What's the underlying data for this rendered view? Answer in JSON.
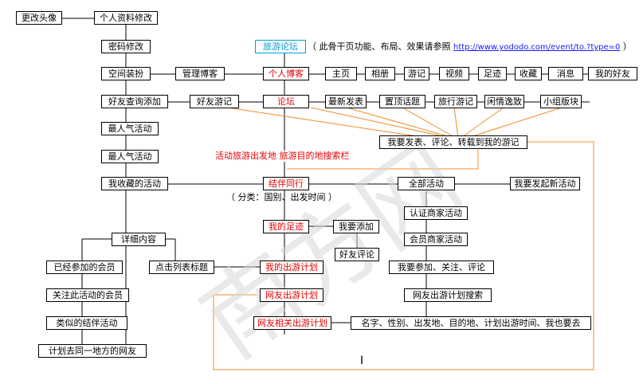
{
  "diagram": {
    "nodes": {
      "avatar": "更改头像",
      "profile": "个人资料修改",
      "password": "密码修改",
      "space": "空间装扮",
      "manage_blog": "管理博客",
      "personal_blog": "个人博客",
      "home": "主页",
      "album": "相册",
      "travelogue": "游记",
      "video": "视频",
      "footprint": "足迹",
      "favorites": "收藏",
      "messages": "消息",
      "my_friends": "我的好友",
      "friend_query": "好友查询添加",
      "friend_travelogue": "好友游记",
      "forum": "论坛",
      "newest_post": "最新发表",
      "top_topic": "置顶话题",
      "forum_travelogue": "旅行游记",
      "leisure": "闲情逸致",
      "section": "小组版块",
      "popular1": "最人气活动",
      "popular2": "最人气活动",
      "share_travelogue": "我要发表、评论、转载到我的游记",
      "my_collect_activity": "我收藏的活动",
      "companion": "结伴同行",
      "all_activity": "全部活动",
      "start_activity": "我要发起新活动",
      "detail": "详细内容",
      "my_footprint": "我的足迹",
      "add": "我要添加",
      "friend_comment": "好友评论",
      "certified_activity": "认证商家活动",
      "member_activity": "会员商家活动",
      "joined_members": "已经参加的会员",
      "click_title": "点击列表标题",
      "my_trip_plan": "我的出游计划",
      "join_follow": "我要参加、关注、评论",
      "followers": "关注此活动的会员",
      "friend_trip_plan": "网友出游计划",
      "friend_plan_search": "网友出游计划搜索",
      "similar": "类似的结伴活动",
      "friend_related_plan": "网友相关出游计划",
      "search_fields": "名字、性别、出发地、目的地、计划出游时间、我也要去",
      "same_place": "计划去同一地方的网友"
    },
    "forum_label": "旅游论坛",
    "forum_note": "（ 此骨干页功能、布局、效果请参照",
    "forum_link": "http://www.yododo.com/event/to.?type=0",
    "forum_close": "）",
    "search_bar_label": "活动旅游出发地 旅游目的地搜索栏",
    "category_note": "（ 分类：国别、出发时间 ）",
    "colors": {
      "accent_red": "#e60000",
      "accent_cyan": "#00a0d8",
      "orange_line": "#f08c28",
      "link": "#1a1aff"
    }
  }
}
